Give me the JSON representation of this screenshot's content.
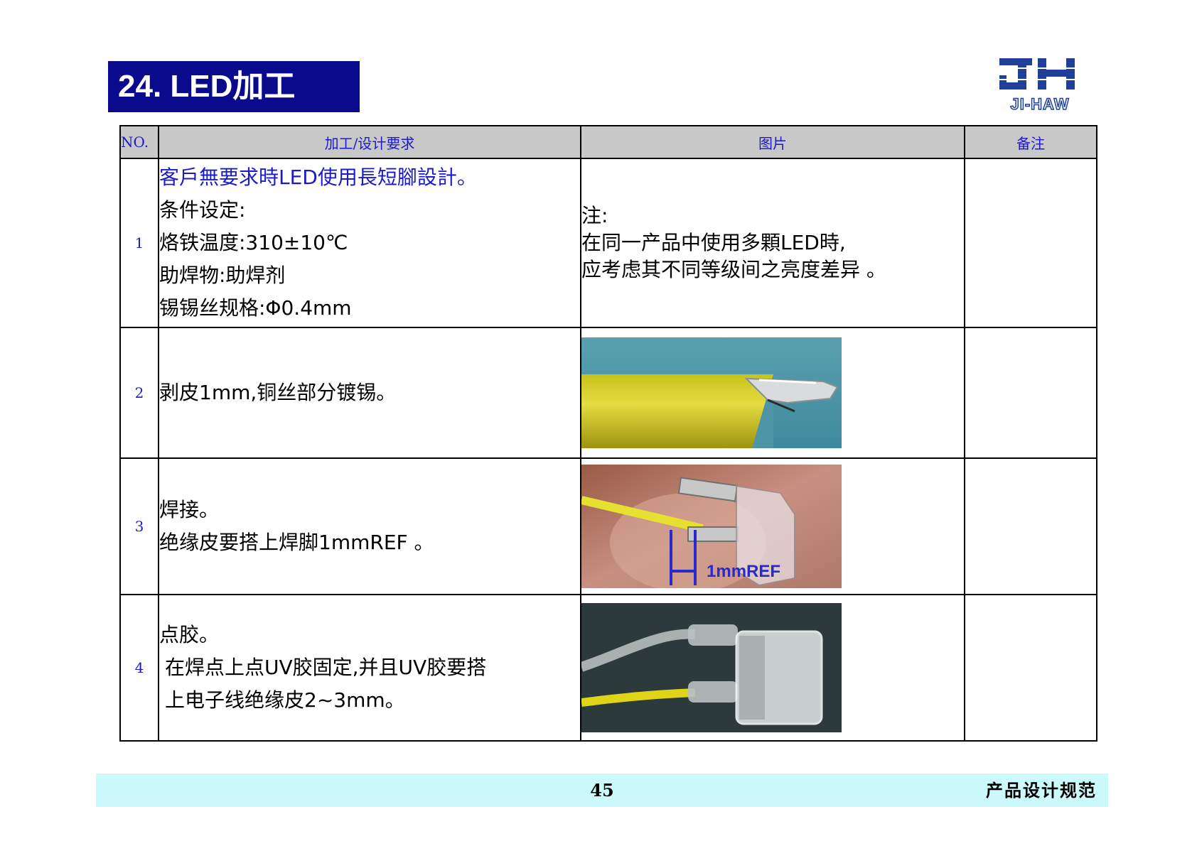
{
  "title": "24.  LED加工",
  "logo": {
    "mark": "JH",
    "text": "JI-HAW",
    "color": "#1f3f9a"
  },
  "table": {
    "headers": {
      "no": "NO.",
      "req": "加工/设计要求",
      "pic": "图片",
      "note": "备注"
    },
    "rows": [
      {
        "no": "1",
        "lines": [
          "客戶無要求時LED使用長短腳設計。",
          "条件设定:",
          "烙铁温度:310±10℃",
          "助焊物:助焊剂",
          "锡锡丝规格:Φ0.4mm"
        ],
        "note_lines": [
          "注:",
          "在同一产品中使用多顆LED時,",
          "应考虑其不同等级间之亮度差异 。"
        ]
      },
      {
        "no": "2",
        "lines": [
          "剥皮1mm,铜丝部分镀锡。"
        ]
      },
      {
        "no": "3",
        "lines": [
          "焊接。",
          "绝缘皮要搭上焊脚1mmREF 。"
        ],
        "photo_label": "1mmREF"
      },
      {
        "no": "4",
        "lines": [
          "点胶。",
          "在焊点上点UV胶固定,并且UV胶要搭",
          "上电子线绝缘皮2~3mm。"
        ]
      }
    ]
  },
  "footer": {
    "page": "45",
    "right": "产品设计规范",
    "bg": "#ccf9fb"
  },
  "colors": {
    "title_bg": "#0a0a8c",
    "header_bg": "#c8c8c8",
    "accent_blue": "#1a1acc"
  }
}
